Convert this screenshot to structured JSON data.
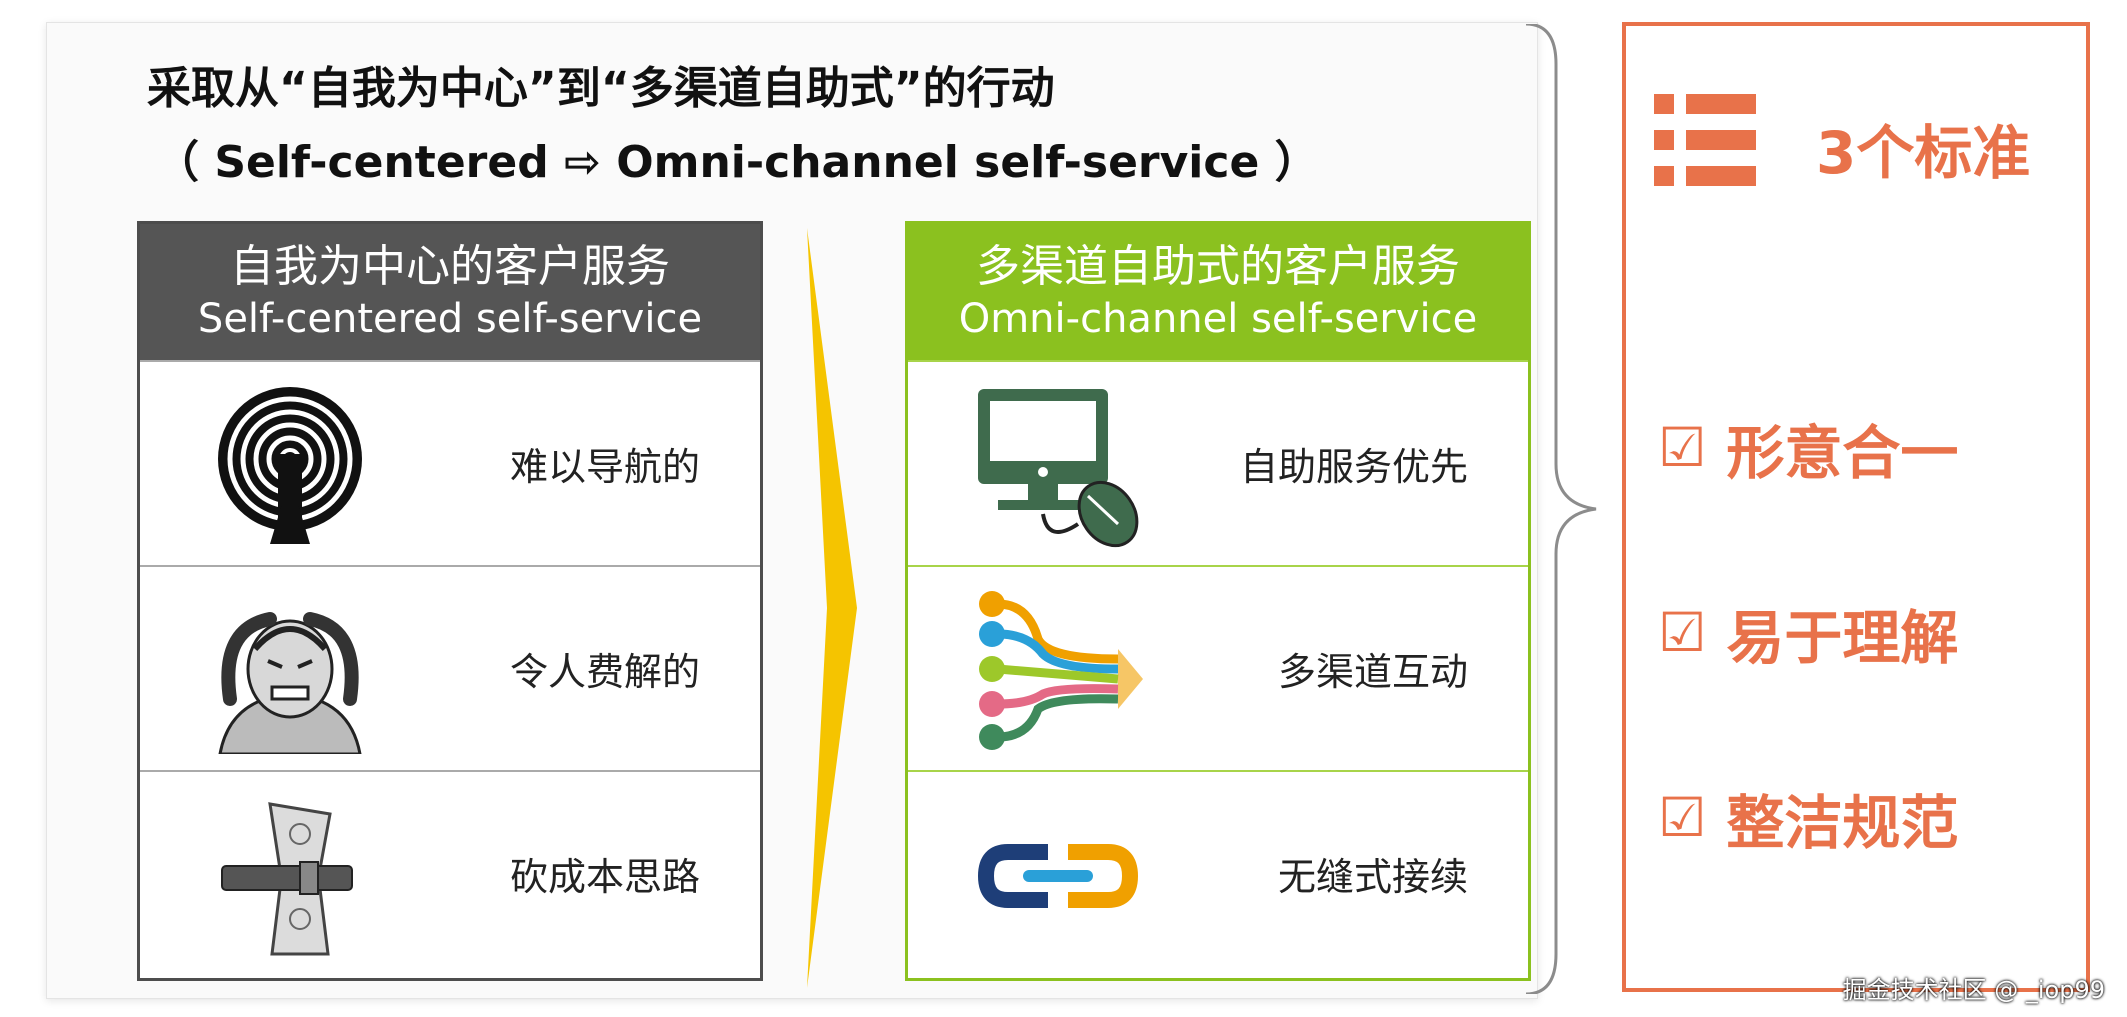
{
  "title": {
    "line1": "采取从“自我为中心”到“多渠道自助式”的行动",
    "line2": "（ Self-centered ⇨ Omni-channel self-service ）"
  },
  "left_panel": {
    "header_zh": "自我为中心的客户服务",
    "header_en": "Self-centered self-service",
    "rows": [
      {
        "label": "难以导航的",
        "icon": "maze-icon"
      },
      {
        "label": "令人费解的",
        "icon": "frustrated-man-icon"
      },
      {
        "label": "砍成本思路",
        "icon": "squeezed-money-icon"
      }
    ]
  },
  "right_panel": {
    "header_zh": "多渠道自助式的客户服务",
    "header_en": "Omni-channel self-service",
    "rows": [
      {
        "label": "自助服务优先",
        "icon": "computer-mouse-icon"
      },
      {
        "label": "多渠道互动",
        "icon": "multichannel-arrows-icon"
      },
      {
        "label": "无缝式接续",
        "icon": "chain-link-icon"
      }
    ]
  },
  "standards": {
    "title": "3个标准",
    "items": [
      "形意合一",
      "易于理解",
      "整洁规范"
    ]
  },
  "watermark": "掘金技术社区 @ _iop99",
  "colors": {
    "left_header": "#555555",
    "right_header": "#8bc11f",
    "arrow": "#f5c400",
    "accent": "#e8724a"
  }
}
